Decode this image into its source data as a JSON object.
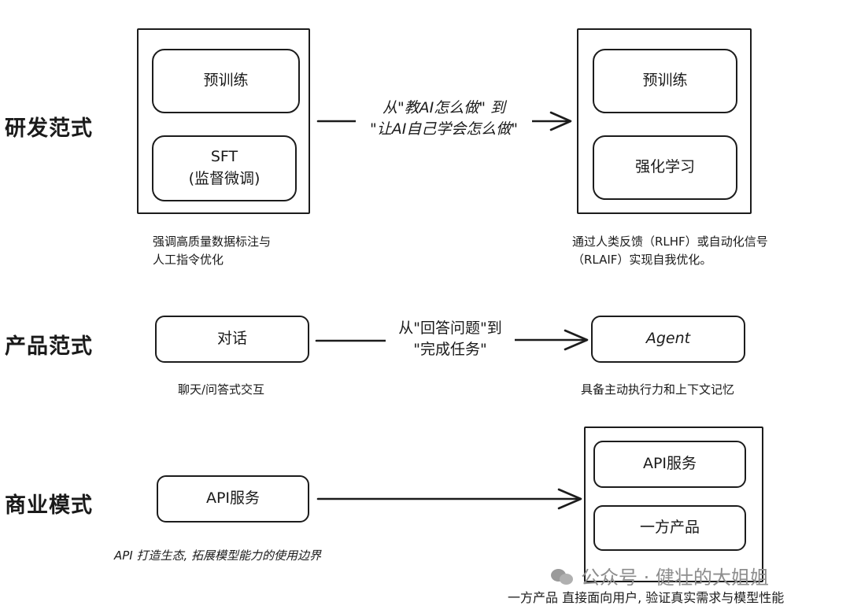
{
  "rows": {
    "rd": "研发范式",
    "product": "产品范式",
    "business": "商业模式"
  },
  "rd": {
    "left_top": "预训练",
    "left_bottom_line1": "SFT",
    "left_bottom_line2": "(监督微调)",
    "left_note_line1": "强调高质量数据标注与",
    "left_note_line2": "人工指令优化",
    "edge_line1": "从\"教AI怎么做\" 到",
    "edge_line2": "\"让AI自己学会怎么做\"",
    "right_top": "预训练",
    "right_bottom": "强化学习",
    "right_note_line1": "通过人类反馈（RLHF）或自动化信号",
    "right_note_line2": "（RLAIF）实现自我优化。"
  },
  "product": {
    "left": "对话",
    "left_note": "聊天/问答式交互",
    "edge_line1": "从\"回答问题\"到",
    "edge_line2": "\"完成任务\"",
    "right": "Agent",
    "right_note": "具备主动执行力和上下文记忆"
  },
  "business": {
    "left": "API服务",
    "left_note": "API 打造生态, 拓展模型能力的使用边界",
    "right_top": "API服务",
    "right_bottom": "一方产品",
    "right_note": "一方产品 直接面向用户, 验证真实需求与模型性能"
  },
  "watermark": "公众号 · 健壮的大姐姐"
}
